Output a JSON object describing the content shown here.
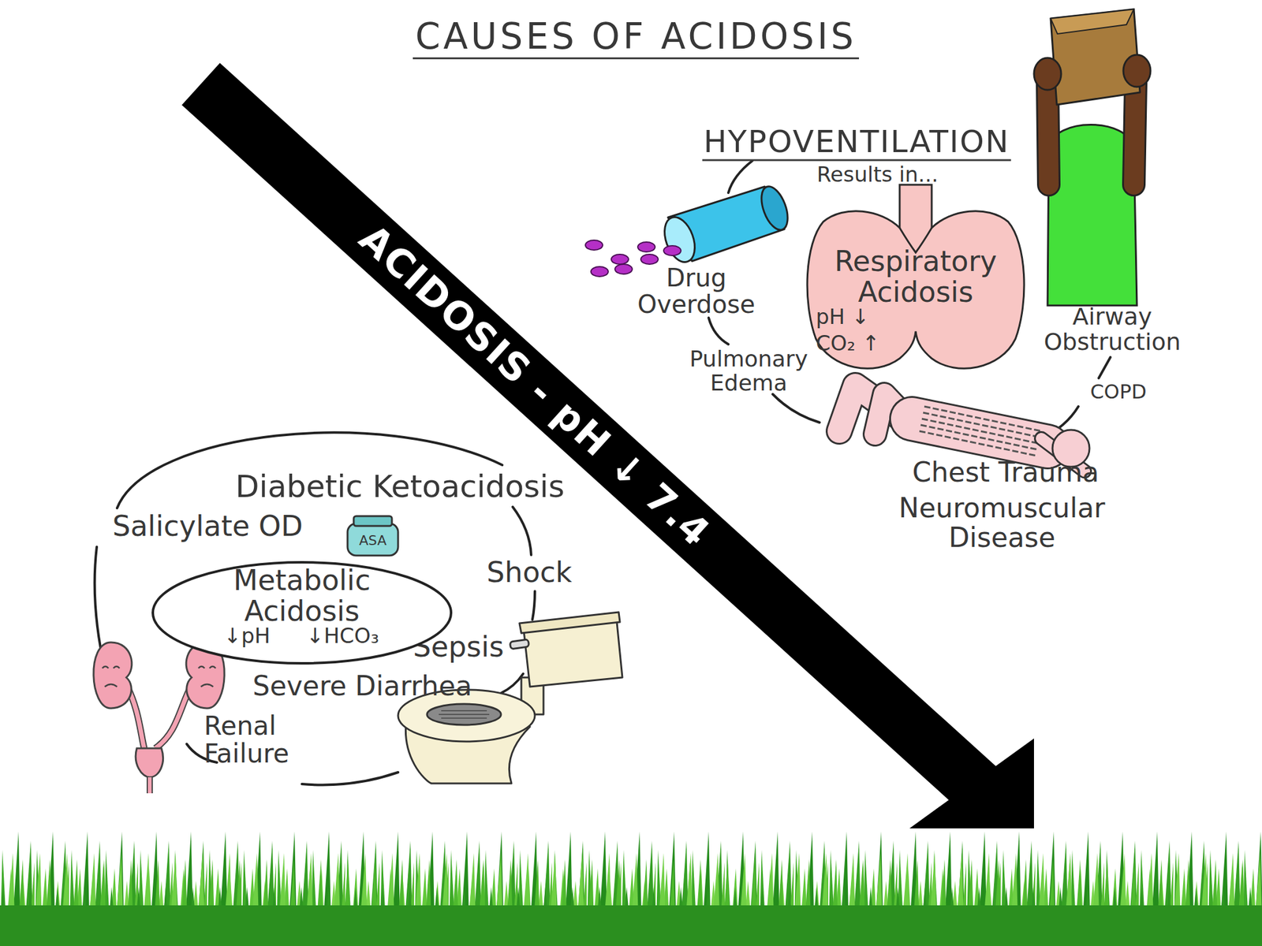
{
  "diagram": {
    "title": "CAUSES OF ACIDOSIS",
    "nodes": [
      {
        "text": [
          "ACIDOSIS - pH ↓ 7.4"
        ]
      },
      {
        "text": [
          "Respiratory Acidosis",
          "pH ↓",
          "CO₂ ↑"
        ]
      },
      {
        "text": [
          "ASA"
        ]
      },
      {
        "text": [
          "Metabolic Acidosis",
          "↓pH",
          "↓HCO₃"
        ]
      }
    ],
    "labels": [
      "HYPOVENTILATION",
      "Results in...",
      "Drug Overdose",
      "Airway Obstruction",
      "Pulmonary Edema",
      "COPD",
      "Chest Trauma",
      "Neuromuscular Disease",
      "Diabetic Ketoacidosis",
      "Salicylate OD",
      "Shock",
      "Sepsis",
      "Severe Diarrhea",
      "Renal Failure"
    ]
  }
}
